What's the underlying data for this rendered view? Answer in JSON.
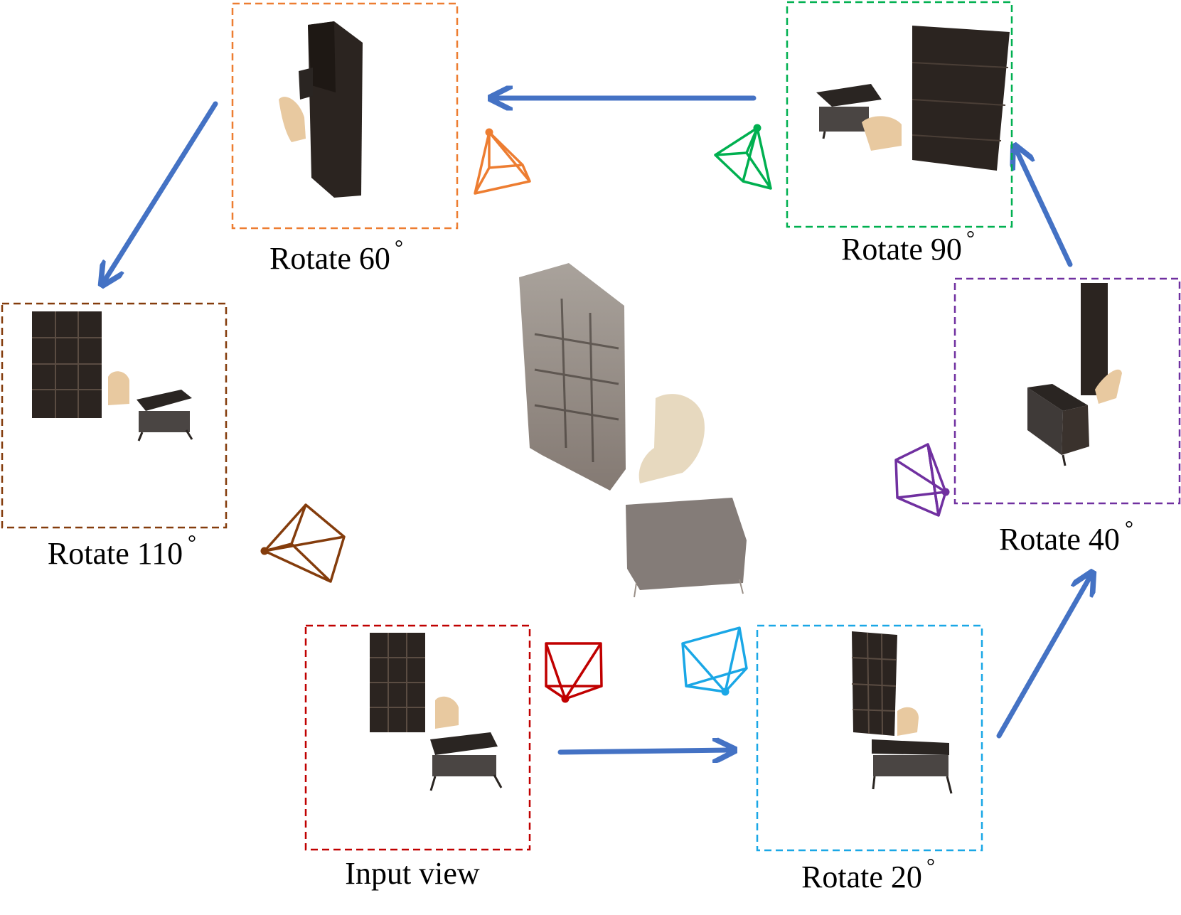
{
  "views": [
    {
      "id": "input",
      "caption": "Input view",
      "degree": "",
      "color": "#c00000"
    },
    {
      "id": "rot20",
      "caption": "Rotate 20",
      "degree": "°",
      "color": "#1aa7e6"
    },
    {
      "id": "rot40",
      "caption": "Rotate 40",
      "degree": "°",
      "color": "#7030a0"
    },
    {
      "id": "rot90",
      "caption": "Rotate 90",
      "degree": "°",
      "color": "#00b050"
    },
    {
      "id": "rot60",
      "caption": "Rotate 60",
      "degree": "°",
      "color": "#ed7d31"
    },
    {
      "id": "rot110",
      "caption": "Rotate 110",
      "degree": "°",
      "color": "#843c0c"
    }
  ],
  "colors": {
    "arrow": "#4472c4",
    "cabinet": "#2b2420",
    "chair": "#e8c9a0",
    "table": "#2a2522",
    "pointcloud": "#8a8078"
  }
}
